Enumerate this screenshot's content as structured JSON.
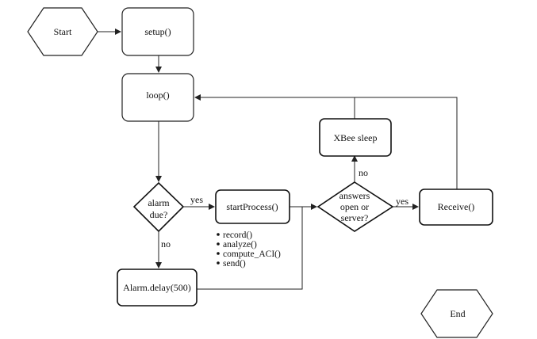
{
  "nodes": {
    "start": {
      "label": "Start"
    },
    "setup": {
      "label": "setup()"
    },
    "loop": {
      "label": "loop()"
    },
    "alarm_due": {
      "lines": [
        "alarm",
        "due?"
      ]
    },
    "start_process": {
      "label": "startProcess()"
    },
    "answers": {
      "lines": [
        "answers",
        "open or",
        "server?"
      ]
    },
    "receive": {
      "label": "Receive()"
    },
    "xbee_sleep": {
      "label": "XBee sleep"
    },
    "alarm_delay": {
      "label": "Alarm.delay(500)"
    },
    "end": {
      "label": "End"
    }
  },
  "edge_labels": {
    "alarm_yes": "yes",
    "alarm_no": "no",
    "answers_yes": "yes",
    "answers_no": "no"
  },
  "process_steps": [
    "record()",
    "analyze()",
    "compute_ACI()",
    "send()"
  ]
}
